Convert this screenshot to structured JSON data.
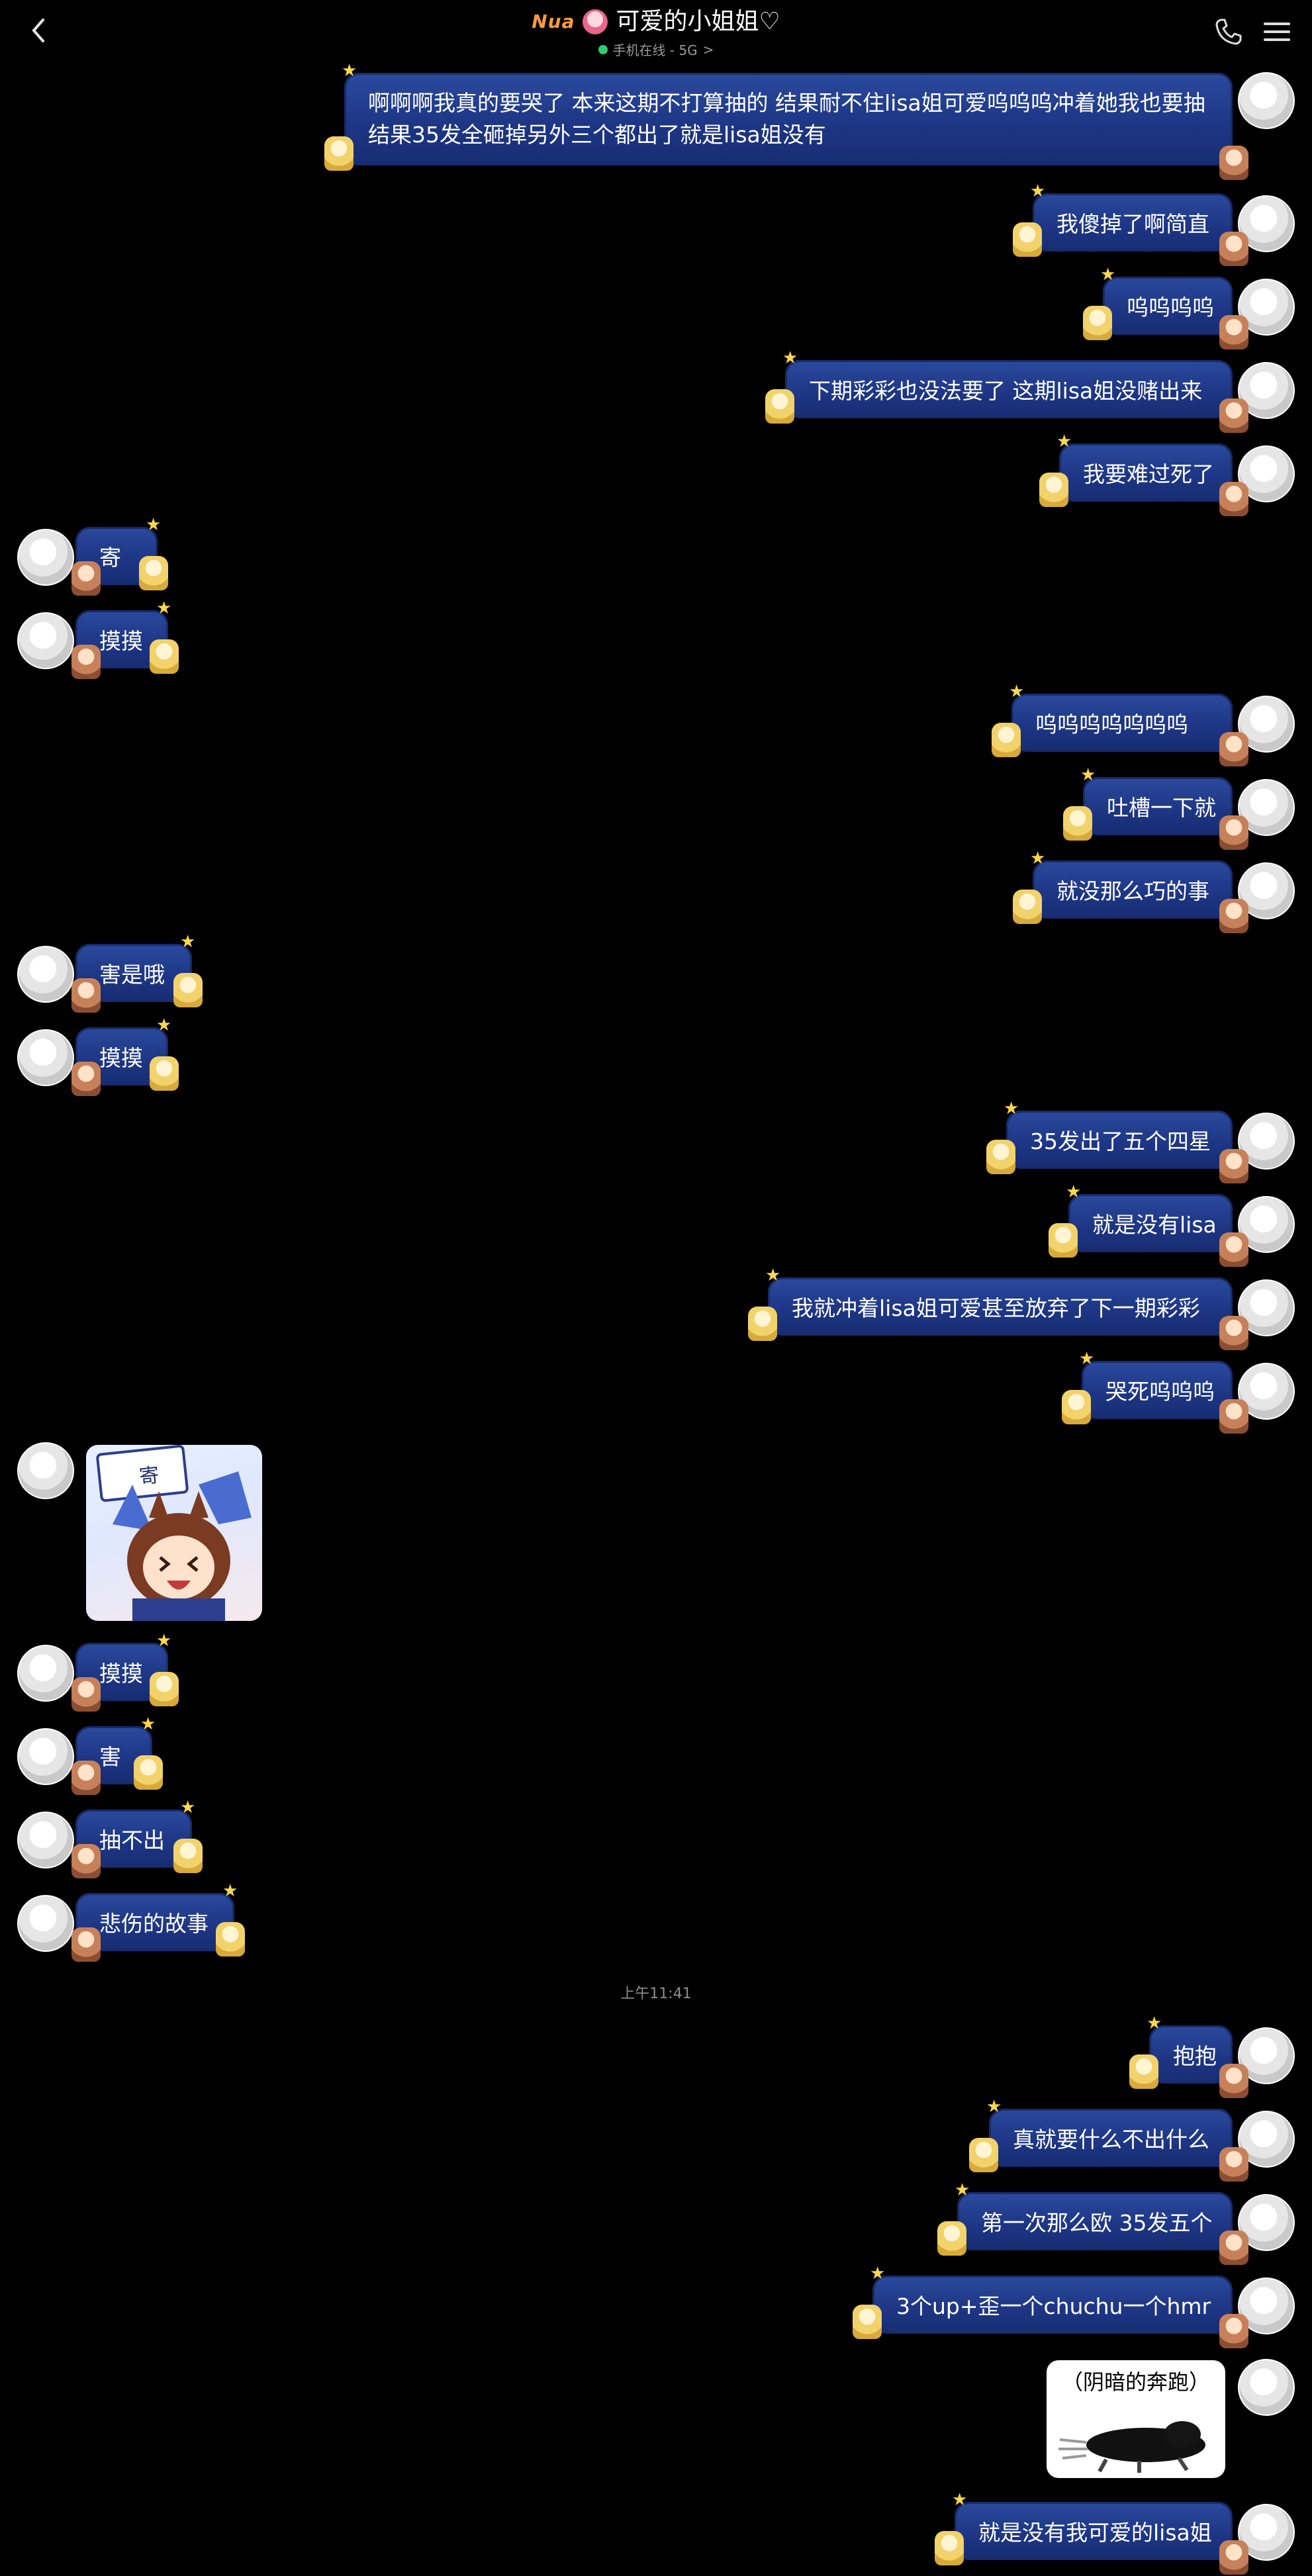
{
  "header": {
    "badge": "Nua",
    "title": "可爱的小姐姐♡",
    "status": "手机在线 - 5G",
    "status_arrow": ">",
    "icons": [
      "chevron-left-icon",
      "phone-icon",
      "menu-icon"
    ]
  },
  "timestamp": "上午11:41",
  "messages": [
    {
      "side": "right",
      "text": "啊啊啊我真的要哭了 本来这期不打算抽的 结果耐不住lisa姐可爱呜呜呜冲着她我也要抽 结果35发全砸掉另外三个都出了就是lisa姐没有"
    },
    {
      "side": "right",
      "text": "我傻掉了啊简直"
    },
    {
      "side": "right",
      "text": "呜呜呜呜"
    },
    {
      "side": "right",
      "text": "下期彩彩也没法要了 这期lisa姐没赌出来"
    },
    {
      "side": "right",
      "text": "我要难过死了"
    },
    {
      "side": "left",
      "text": "寄"
    },
    {
      "side": "left",
      "text": "摸摸"
    },
    {
      "side": "right",
      "text": "呜呜呜呜呜呜呜"
    },
    {
      "side": "right",
      "text": "吐槽一下就"
    },
    {
      "side": "right",
      "text": "就没那么巧的事"
    },
    {
      "side": "left",
      "text": "害是哦"
    },
    {
      "side": "left",
      "text": "摸摸"
    },
    {
      "side": "right",
      "text": "35发出了五个四星"
    },
    {
      "side": "right",
      "text": "就是没有lisa"
    },
    {
      "side": "right",
      "text": "我就冲着lisa姐可爱甚至放弃了下一期彩彩"
    },
    {
      "side": "right",
      "text": "哭死呜呜呜"
    },
    {
      "side": "left",
      "text": "摸摸"
    },
    {
      "side": "left",
      "text": "害"
    },
    {
      "side": "left",
      "text": "抽不出"
    },
    {
      "side": "left",
      "text": "悲伤的故事"
    },
    {
      "side": "right",
      "text": "抱抱"
    },
    {
      "side": "right",
      "text": "真就要什么不出什么"
    },
    {
      "side": "right",
      "text": "第一次那么欧 35发五个"
    },
    {
      "side": "right",
      "text": "3个up+歪一个chuchu一个hmr"
    },
    {
      "side": "right",
      "text": "就是没有我可爱的lisa姐"
    }
  ],
  "sticker": {
    "text": "寄"
  },
  "image_card": {
    "caption": "（阴暗的奔跑）"
  },
  "colors": {
    "background": "#000000",
    "bubble": "#1d3583",
    "online": "#2ecc71",
    "badge": "#ff9a3c"
  }
}
